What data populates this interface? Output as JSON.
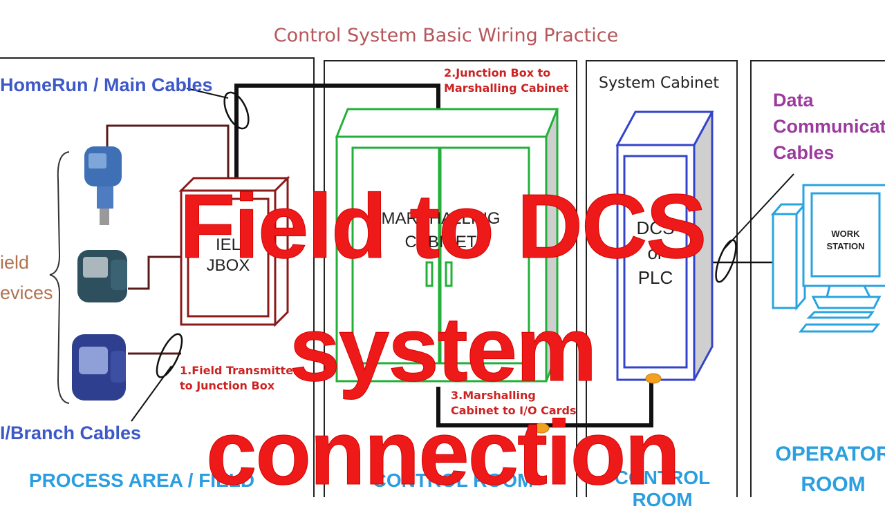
{
  "title": "Control System Basic Wiring Practice",
  "labels": {
    "homerun": "HomeRun / Main Cables",
    "branch": "I/Branch Cables",
    "field_devices_1": "ield",
    "field_devices_2": "evices",
    "jb_to_mc_1": "2.Junction Box to",
    "jb_to_mc_2": "Marshalling Cabinet",
    "ft_to_jb_1": "1.Field Transmitter",
    "ft_to_jb_2": "to Junction Box",
    "mc_to_io_1": "3.Marshalling",
    "mc_to_io_2": "Cabinet to I/O Cards",
    "system_cabinet": "System Cabinet",
    "data_comm_1": "Data",
    "data_comm_2": "Communication",
    "data_comm_3": "Cables",
    "jbox_1": "IEL",
    "jbox_2": "JBOX",
    "marshalling_1": "MARSHALLING",
    "marshalling_2": "CABINET",
    "dcs_1": "DCS",
    "dcs_2": "or",
    "dcs_3": "PLC",
    "workstation_1": "WORK",
    "workstation_2": "STATION",
    "operator_1": "OPERATOR",
    "operator_2": "ROOM",
    "process_area": "PROCESS AREA / FIELD",
    "control_room_1": "CONTROL ROOM",
    "control_room_2": "CONTROL ROOM"
  },
  "overlay": {
    "line1": "Field to DCS",
    "line2": "system",
    "line3": "connection"
  },
  "colors": {
    "title": "#b5575b",
    "overlay": "#ee1a1a",
    "jbox": "#8b1a1a",
    "marshalling": "#22b03a",
    "dcs": "#3344cc",
    "workstation": "#29a3e0"
  }
}
